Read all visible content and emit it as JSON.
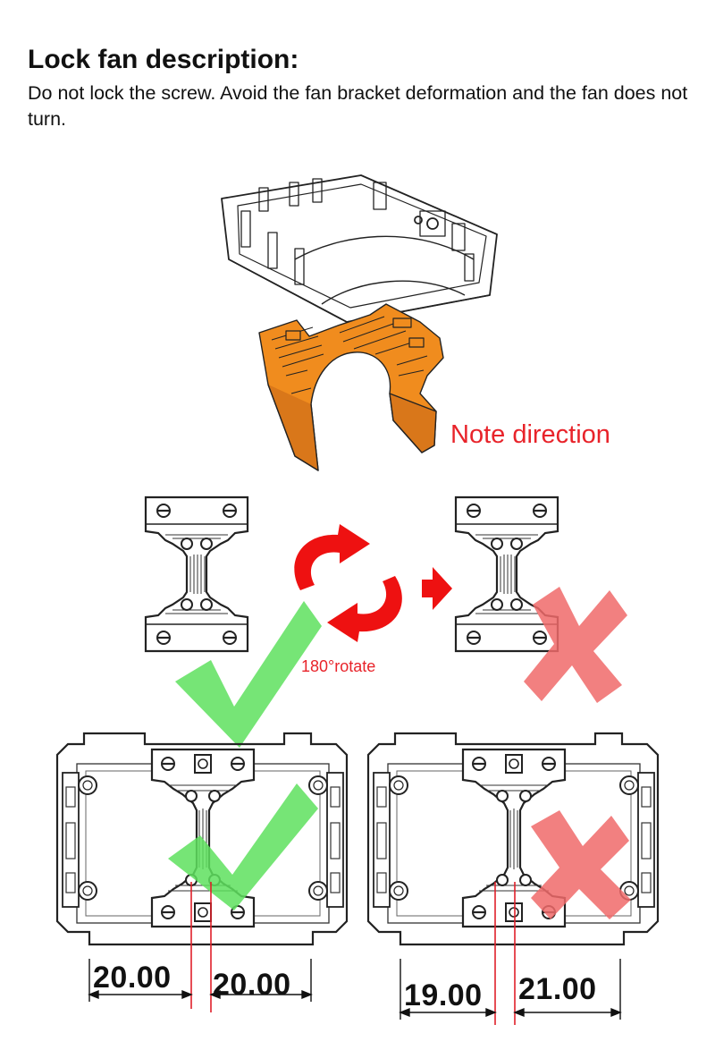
{
  "heading": "Lock fan description:",
  "description": "Do not lock the screw. Avoid the fan bracket deformation and the fan does not turn.",
  "annotations": {
    "note_direction": "Note direction",
    "rotate": "180°rotate"
  },
  "dimensions": {
    "correct_left": "20.00",
    "correct_right": "20.00",
    "wrong_left": "19.00",
    "wrong_right": "21.00"
  },
  "colors": {
    "fan_orange": "#f08c1e",
    "arrow_red": "#ee1111",
    "check_green": "#5ee05e",
    "cross_red": "#f06a6a",
    "guide_line": "#e0202a",
    "text_red": "#e8232a"
  },
  "icons": [
    "rotate-arrows-icon",
    "right-arrow-icon",
    "check-mark-icon",
    "cross-mark-icon"
  ]
}
